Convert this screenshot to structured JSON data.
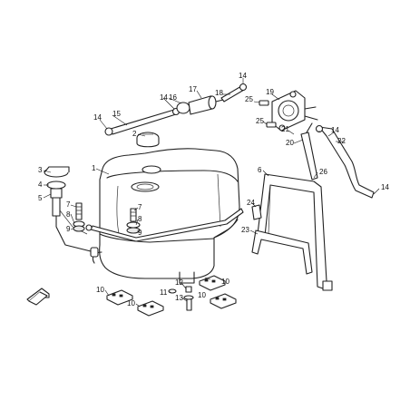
{
  "callouts": {
    "c1": "1",
    "c2": "2",
    "c3": "3",
    "c4": "4",
    "c5": "5",
    "c6": "6",
    "c7a": "7",
    "c7b": "7",
    "c8a": "8",
    "c8b": "8",
    "c9a": "9",
    "c9b": "9",
    "c10a": "10",
    "c10b": "10",
    "c10c": "10",
    "c10d": "10",
    "c11": "11",
    "c12": "12",
    "c13": "13",
    "c14a": "14",
    "c14b": "14",
    "c14c": "14",
    "c14d": "14",
    "c14e": "14",
    "c15": "15",
    "c16": "16",
    "c17": "17",
    "c18": "18",
    "c19": "19",
    "c20": "20",
    "c21": "21",
    "c22": "22",
    "c23": "23",
    "c24": "24",
    "c25a": "25",
    "c25b": "25",
    "c26": "26"
  },
  "icons": {
    "front-direction": "arrow-icon"
  }
}
